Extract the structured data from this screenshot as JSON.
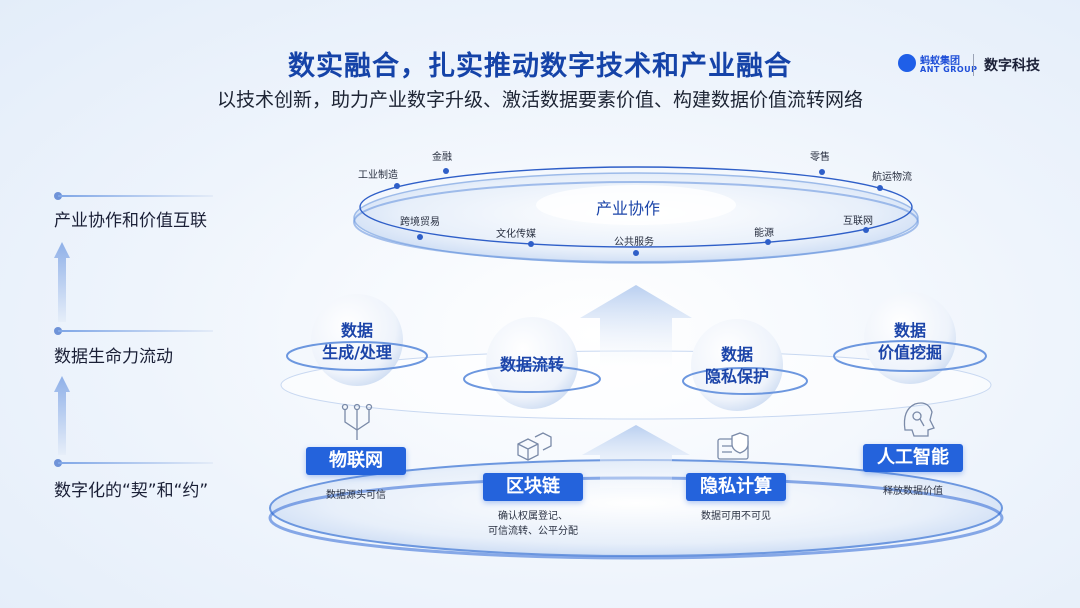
{
  "header": {
    "title": "数实融合，扎实推动数字技术和产业融合",
    "subtitle": "以技术创新，助力产业数字升级、激活数据要素价值、构建数据价值流转网络"
  },
  "logo": {
    "brand_cn": "蚂蚁集团",
    "brand_en": "ANT GROUP",
    "unit": "数字科技"
  },
  "side_levels": [
    {
      "label": "产业协作和价值互联"
    },
    {
      "label": "数据生命力流动"
    },
    {
      "label": "数字化的“契”和“约”"
    }
  ],
  "top_ring": {
    "center_label": "产业协作",
    "nodes": [
      "工业制造",
      "金融",
      "零售",
      "航运物流",
      "跨境贸易",
      "文化传媒",
      "公共服务",
      "能源",
      "互联网"
    ]
  },
  "orbs": [
    {
      "line1": "数据",
      "line2": "生成/处理"
    },
    {
      "line1": "数据流转",
      "line2": ""
    },
    {
      "line1": "数据",
      "line2": "隐私保护"
    },
    {
      "line1": "数据",
      "line2": "价值挖掘"
    }
  ],
  "techs": [
    {
      "label": "物联网",
      "icon": "iot-circuit-icon",
      "note1": "数据源头可信",
      "note2": ""
    },
    {
      "label": "区块链",
      "icon": "cubes-icon",
      "note1": "确认权属登记、",
      "note2": "可信流转、公平分配"
    },
    {
      "label": "隐私计算",
      "icon": "secure-card-icon",
      "note1": "数据可用不可见",
      "note2": ""
    },
    {
      "label": "人工智能",
      "icon": "ai-head-icon",
      "note1": "释放数据价值",
      "note2": ""
    }
  ],
  "colors": {
    "accent": "#2463dc",
    "title": "#1543a8"
  }
}
